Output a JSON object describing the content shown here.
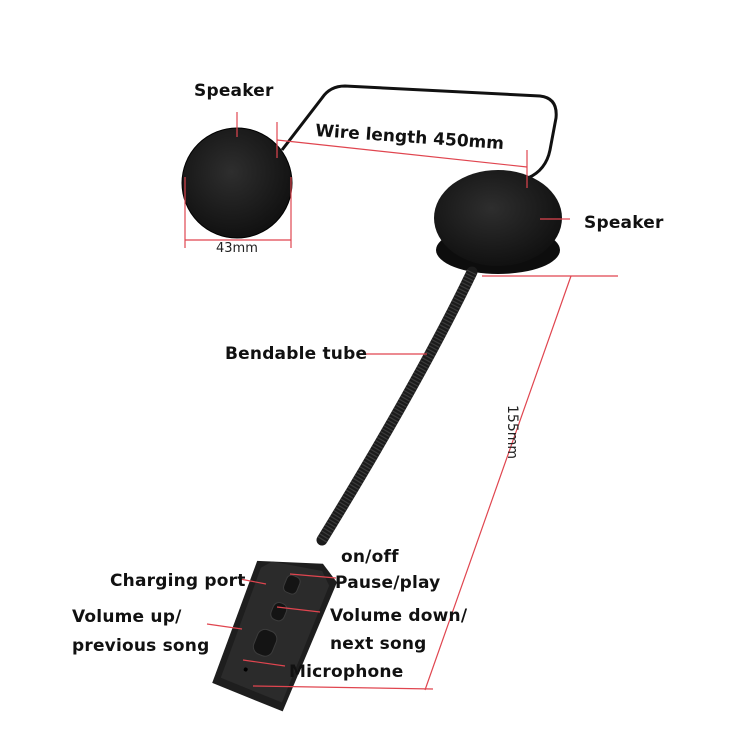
{
  "diagram": {
    "labels": {
      "speaker_left": "Speaker",
      "speaker_right": "Speaker",
      "wire_length": "Wire length 450mm",
      "speaker_diameter": "43mm",
      "bendable_tube": "Bendable tube",
      "tube_length": "155mm",
      "on_off": "on/off",
      "pause_play": "Pause/play",
      "charging_port": "Charging port",
      "volume_up_1": "Volume up/",
      "volume_up_2": "previous song",
      "volume_down_1": "Volume down/",
      "volume_down_2": "next song",
      "microphone": "Microphone"
    },
    "colors": {
      "callout_line": "#e0454f",
      "device": "#1a1a1a",
      "background": "#ffffff"
    }
  }
}
